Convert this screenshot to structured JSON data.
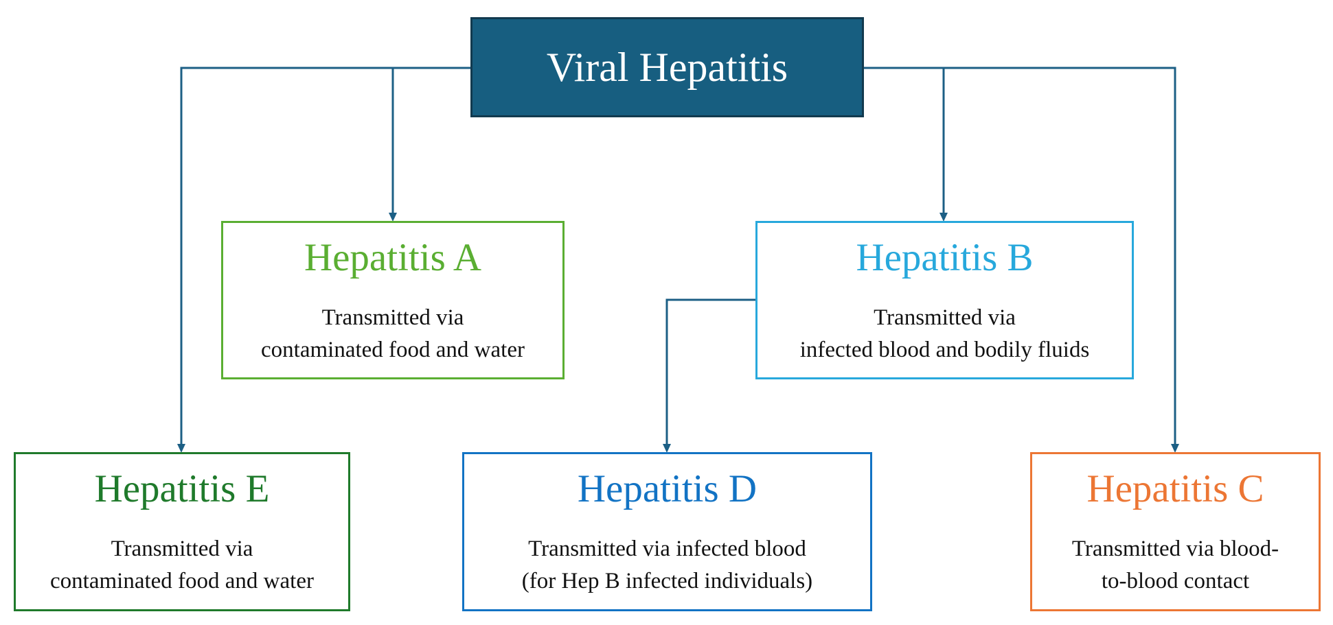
{
  "diagram": {
    "root": {
      "label": "Viral Hepatitis",
      "color": "#175e80"
    },
    "connector_color": "#1c5f85",
    "nodes": {
      "a": {
        "title": "Hepatitis A",
        "line1": "Transmitted via",
        "line2": "contaminated food and water",
        "color": "#5aae32"
      },
      "b": {
        "title": "Hepatitis B",
        "line1": "Transmitted via",
        "line2": "infected blood and bodily fluids",
        "color": "#27a8dc"
      },
      "e": {
        "title": "Hepatitis E",
        "line1": "Transmitted via",
        "line2": "contaminated food and water",
        "color": "#1f7a2b"
      },
      "d": {
        "title": "Hepatitis D",
        "line1": "Transmitted via infected blood",
        "line2": "(for Hep B infected individuals)",
        "color": "#1273c4"
      },
      "c": {
        "title": "Hepatitis C",
        "line1": "Transmitted via blood-",
        "line2": "to-blood contact",
        "color": "#ec7634"
      }
    },
    "edges": [
      {
        "from": "Viral Hepatitis",
        "to": "Hepatitis A"
      },
      {
        "from": "Viral Hepatitis",
        "to": "Hepatitis E"
      },
      {
        "from": "Viral Hepatitis",
        "to": "Hepatitis B"
      },
      {
        "from": "Viral Hepatitis",
        "to": "Hepatitis C"
      },
      {
        "from": "Hepatitis B",
        "to": "Hepatitis D"
      }
    ]
  }
}
